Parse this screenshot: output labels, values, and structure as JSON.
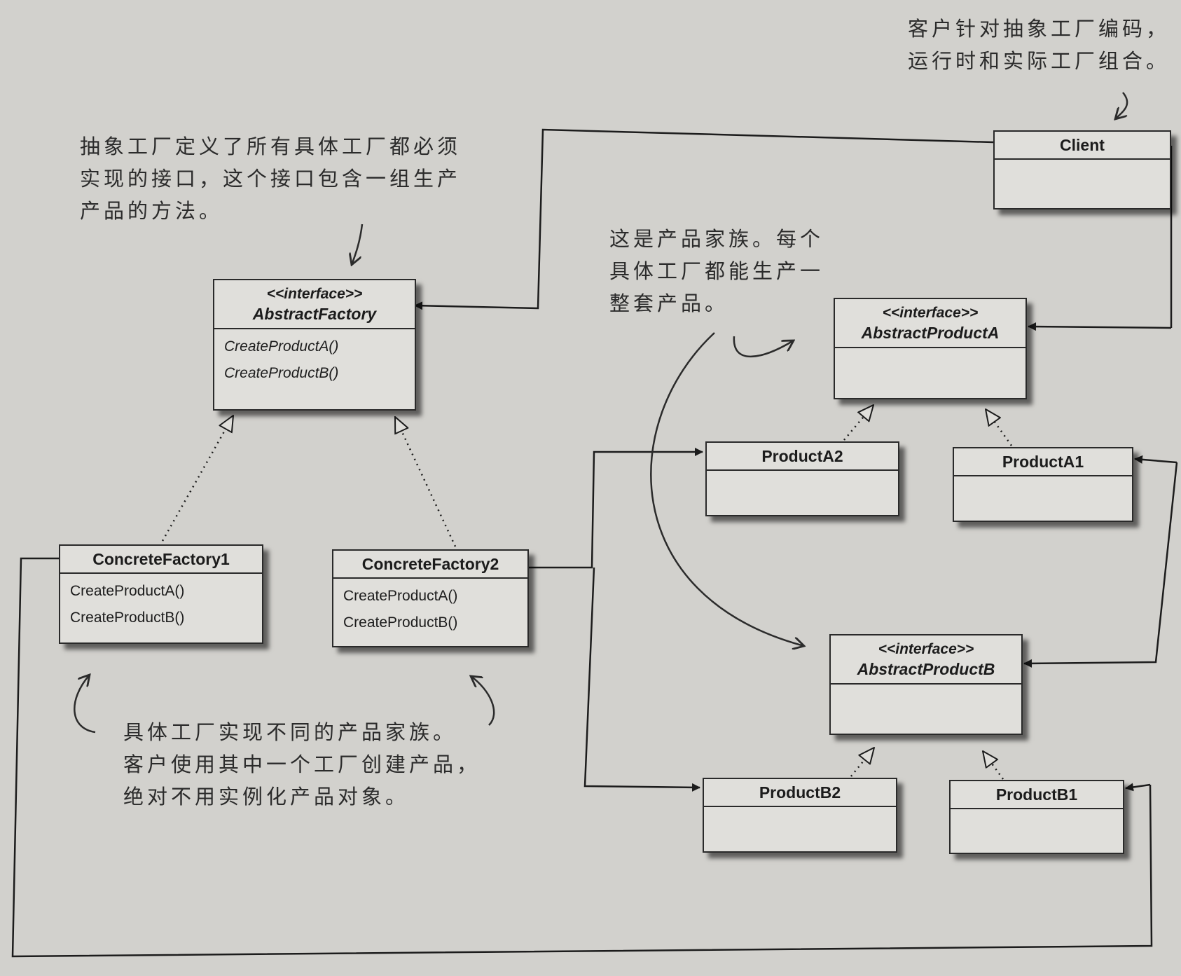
{
  "notes": {
    "client_note": [
      "客户针对抽象工厂编码，",
      "运行时和实际工厂组合。"
    ],
    "abstract_factory_note": [
      "抽象工厂定义了所有具体工厂都必须",
      "实现的接口，这个接口包含一组生产",
      "产品的方法。"
    ],
    "product_family_note": [
      "这是产品家族。每个",
      "具体工厂都能生产一",
      "整套产品。"
    ],
    "concrete_factories_note": [
      "具体工厂实现不同的产品家族。",
      "客户使用其中一个工厂创建产品，",
      "绝对不用实例化产品对象。"
    ]
  },
  "classes": {
    "client": {
      "name": "Client"
    },
    "abstract_factory": {
      "stereotype": "<<interface>>",
      "name": "AbstractFactory",
      "ops": [
        "CreateProductA()",
        "CreateProductB()"
      ]
    },
    "concrete_factory1": {
      "name": "ConcreteFactory1",
      "ops": [
        "CreateProductA()",
        "CreateProductB()"
      ]
    },
    "concrete_factory2": {
      "name": "ConcreteFactory2",
      "ops": [
        "CreateProductA()",
        "CreateProductB()"
      ]
    },
    "abstract_product_a": {
      "stereotype": "<<interface>>",
      "name": "AbstractProductA"
    },
    "abstract_product_b": {
      "stereotype": "<<interface>>",
      "name": "AbstractProductB"
    },
    "product_a2": {
      "name": "ProductA2"
    },
    "product_a1": {
      "name": "ProductA1"
    },
    "product_b2": {
      "name": "ProductB2"
    },
    "product_b1": {
      "name": "ProductB1"
    }
  }
}
